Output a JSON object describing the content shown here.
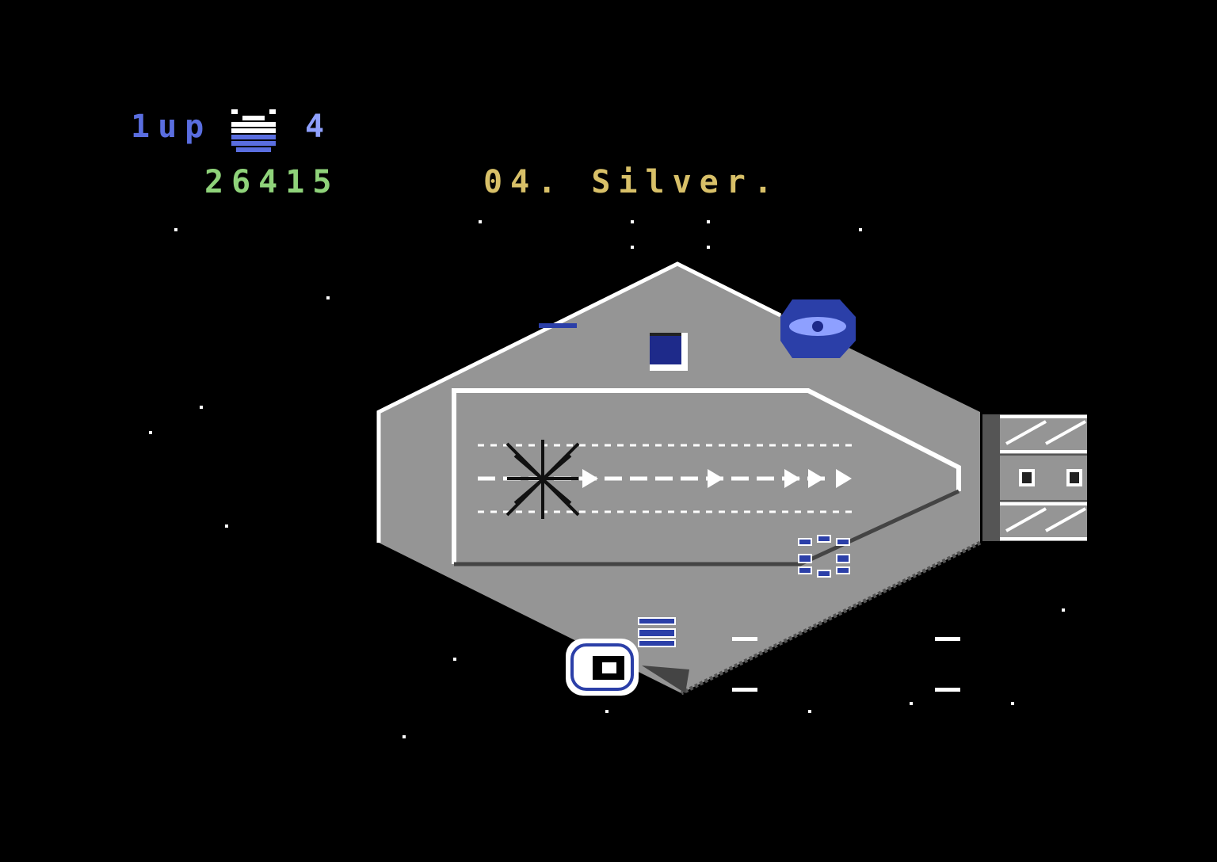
{
  "hud": {
    "player_label": "1up",
    "lives": "4",
    "score": "26415",
    "level_label": "04. Silver."
  },
  "colors": {
    "background": "#000000",
    "hull": "#959595",
    "hull_edge": "#ffffff",
    "hull_shadow": "#444444",
    "accent_blue": "#2b3fa8",
    "score": "#8fd37a",
    "level": "#d8c068",
    "player": "#5a6ee0"
  },
  "icons": [
    "manta-ship-icon",
    "lives-ship-icon",
    "enemy-fighter-icon"
  ]
}
